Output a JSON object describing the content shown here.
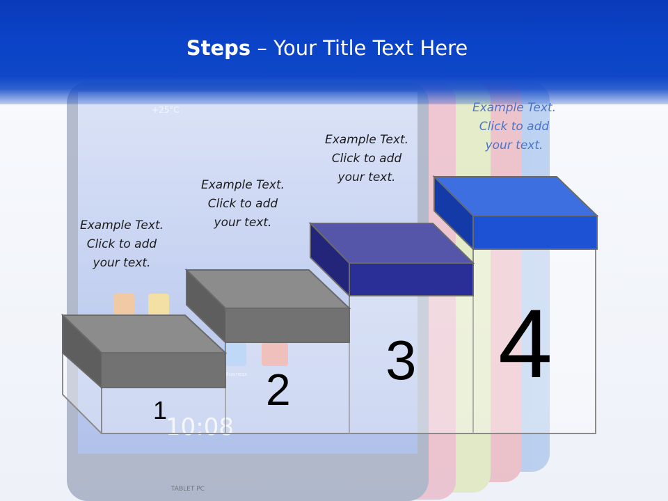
{
  "title": {
    "bold": "Steps",
    "rest": " – Your Title Text Here"
  },
  "steps": [
    {
      "number": "1",
      "caption_lines": [
        "Example Text.",
        "Click  to add",
        "your text."
      ]
    },
    {
      "number": "2",
      "caption_lines": [
        "Example Text.",
        "Click  to add",
        "your text."
      ]
    },
    {
      "number": "3",
      "caption_lines": [
        "Example Text.",
        "Click  to add",
        "your text."
      ]
    },
    {
      "number": "4",
      "caption_lines": [
        "Example Text.",
        "Click  to add",
        "your text."
      ]
    }
  ],
  "background": {
    "tablet_weather": "+25°C",
    "tablet_clock": "10:08",
    "tablet_brand": "TABLET PC",
    "tablet_app_label": "Business"
  },
  "colors": {
    "title_bar": "#0b43c8",
    "step_gray": "#6e6e6e",
    "step_indigo": "#2a2f98",
    "step_blue": "#1d52d4",
    "caption_highlight": "#4a74c9"
  }
}
